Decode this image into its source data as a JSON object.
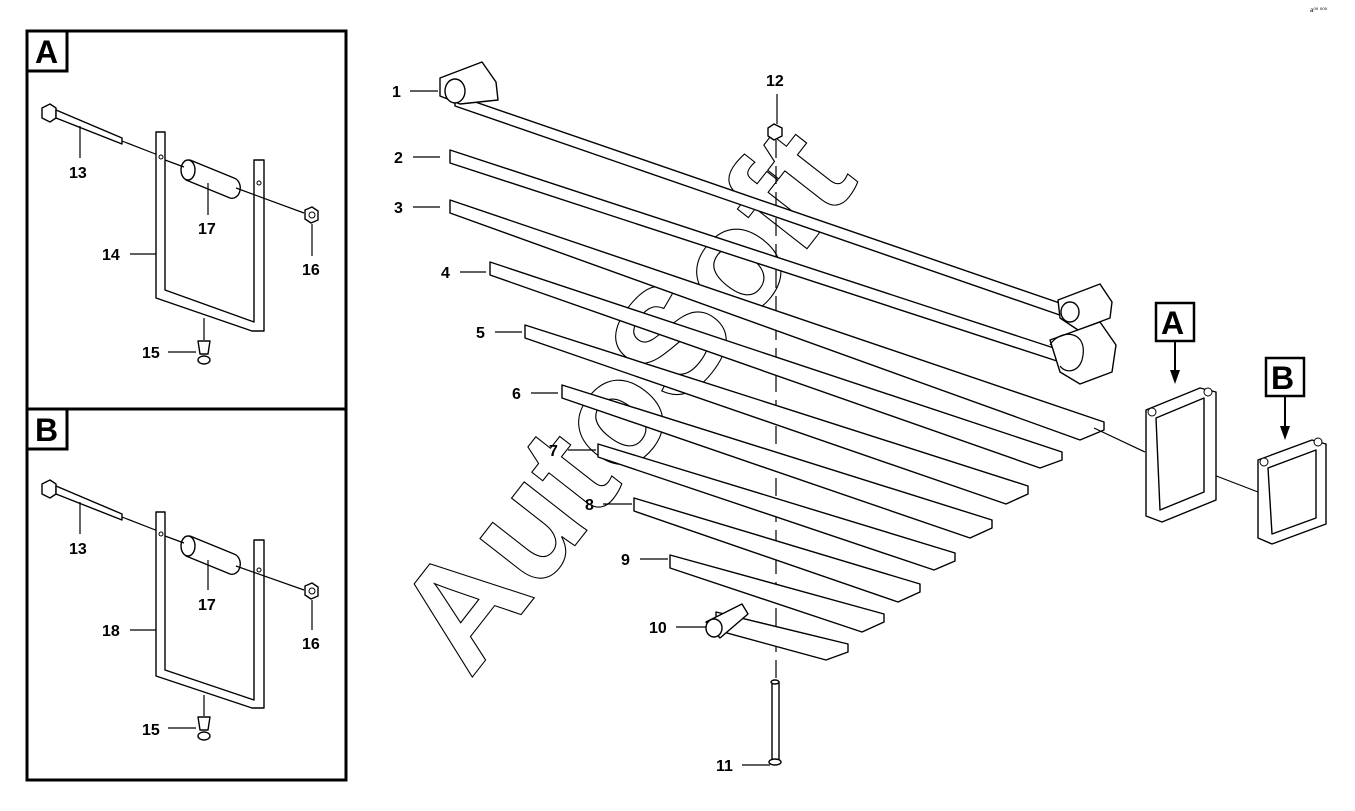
{
  "watermark": "AutoSoft",
  "corner_mark": "a⁰⁰ ⁰⁰⁰",
  "insets": [
    {
      "letter": "A",
      "labels": [
        "13",
        "17",
        "14",
        "16",
        "15"
      ]
    },
    {
      "letter": "B",
      "labels": [
        "13",
        "17",
        "18",
        "16",
        "15"
      ]
    }
  ],
  "callouts": {
    "a": "A",
    "b": "B"
  },
  "part_labels": [
    "1",
    "2",
    "3",
    "4",
    "5",
    "6",
    "7",
    "8",
    "9",
    "10",
    "11",
    "12"
  ]
}
